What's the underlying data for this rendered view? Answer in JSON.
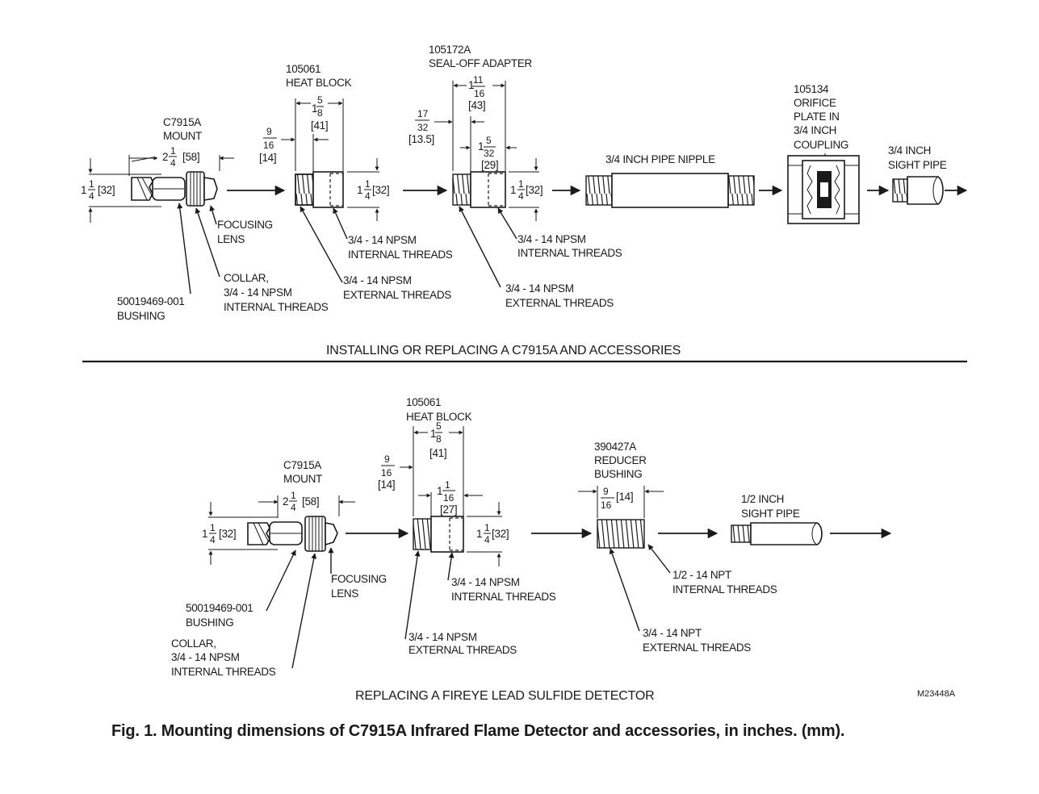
{
  "top": {
    "caption": "INSTALLING OR REPLACING A C7915A AND ACCESSORIES",
    "mount": {
      "part": "C7915A",
      "name": "MOUNT",
      "len_whole": "2",
      "len_num": "1",
      "len_den": "4",
      "len_mm": "[58]",
      "dia_whole": "1",
      "dia_num": "1",
      "dia_den": "4",
      "dia_mm": "[32]"
    },
    "focusing_lens": [
      "FOCUSING",
      "LENS"
    ],
    "collar": [
      "COLLAR,",
      "3/4 - 14 NPSM",
      "INTERNAL THREADS"
    ],
    "bushing": [
      "50019469-001",
      "BUSHING"
    ],
    "heat_block": {
      "part": "105061",
      "name": "HEAT BLOCK",
      "len_whole": "1",
      "len_num": "5",
      "len_den": "8",
      "len_mm": "[41]",
      "th_num": "9",
      "th_den": "16",
      "th_mm": "[14]",
      "dia_whole": "1",
      "dia_num": "1",
      "dia_den": "4",
      "dia_mm": "[32]",
      "internal": [
        "3/4 - 14 NPSM",
        "INTERNAL THREADS"
      ],
      "external": [
        "3/4 - 14 NPSM",
        "EXTERNAL THREADS"
      ]
    },
    "seal_off": {
      "part": "105172A",
      "name": "SEAL-OFF ADAPTER",
      "len_whole": "1",
      "len_num": "11",
      "len_den": "16",
      "len_mm": "[43]",
      "th_num": "17",
      "th_den": "32",
      "th_mm": "[13.5]",
      "in_whole": "1",
      "in_num": "5",
      "in_den": "32",
      "in_mm": "[29]",
      "dia_whole": "1",
      "dia_num": "1",
      "dia_den": "4",
      "dia_mm": "[32]",
      "internal": [
        "3/4 - 14 NPSM",
        "INTERNAL THREADS"
      ],
      "external": [
        "3/4 - 14 NPSM",
        "EXTERNAL THREADS"
      ]
    },
    "nipple": "3/4 INCH PIPE NIPPLE",
    "orifice": [
      "105134",
      "ORIFICE",
      "PLATE IN",
      "3/4 INCH",
      "COUPLING"
    ],
    "sight_pipe": [
      "3/4 INCH",
      "SIGHT PIPE"
    ]
  },
  "bottom": {
    "caption": "REPLACING A FIREYE LEAD SULFIDE DETECTOR",
    "mount": {
      "part": "C7915A",
      "name": "MOUNT",
      "len_whole": "2",
      "len_num": "1",
      "len_den": "4",
      "len_mm": "[58]",
      "dia_whole": "1",
      "dia_num": "1",
      "dia_den": "4",
      "dia_mm": "[32]"
    },
    "focusing_lens": [
      "FOCUSING",
      "LENS"
    ],
    "bushing": [
      "50019469-001",
      "BUSHING"
    ],
    "collar": [
      "COLLAR,",
      "3/4 - 14 NPSM",
      "INTERNAL THREADS"
    ],
    "heat_block": {
      "part": "105061",
      "name": "HEAT BLOCK",
      "len_whole": "1",
      "len_num": "5",
      "len_den": "8",
      "len_mm": "[41]",
      "th_num": "9",
      "th_den": "16",
      "th_mm": "[14]",
      "in_whole": "1",
      "in_num": "1",
      "in_den": "16",
      "in_mm": "[27]",
      "dia_whole": "1",
      "dia_num": "1",
      "dia_den": "4",
      "dia_mm": "[32]",
      "internal": [
        "3/4 - 14 NPSM",
        "INTERNAL THREADS"
      ],
      "external": [
        "3/4 - 14 NPSM",
        "EXTERNAL  THREADS"
      ]
    },
    "reducer": {
      "part": "390427A",
      "name1": "REDUCER",
      "name2": "BUSHING",
      "th_num": "9",
      "th_den": "16",
      "th_mm": "[14]",
      "internal": [
        "1/2 - 14 NPT",
        "INTERNAL THREADS"
      ],
      "external": [
        "3/4 - 14 NPT",
        "EXTERNAL THREADS"
      ]
    },
    "sight_pipe": [
      "1/2 INCH",
      "SIGHT PIPE"
    ]
  },
  "drawing_number": "M23448A",
  "figure_caption": "Fig. 1. Mounting dimensions of C7915A Infrared Flame Detector and accessories, in inches. (mm)."
}
